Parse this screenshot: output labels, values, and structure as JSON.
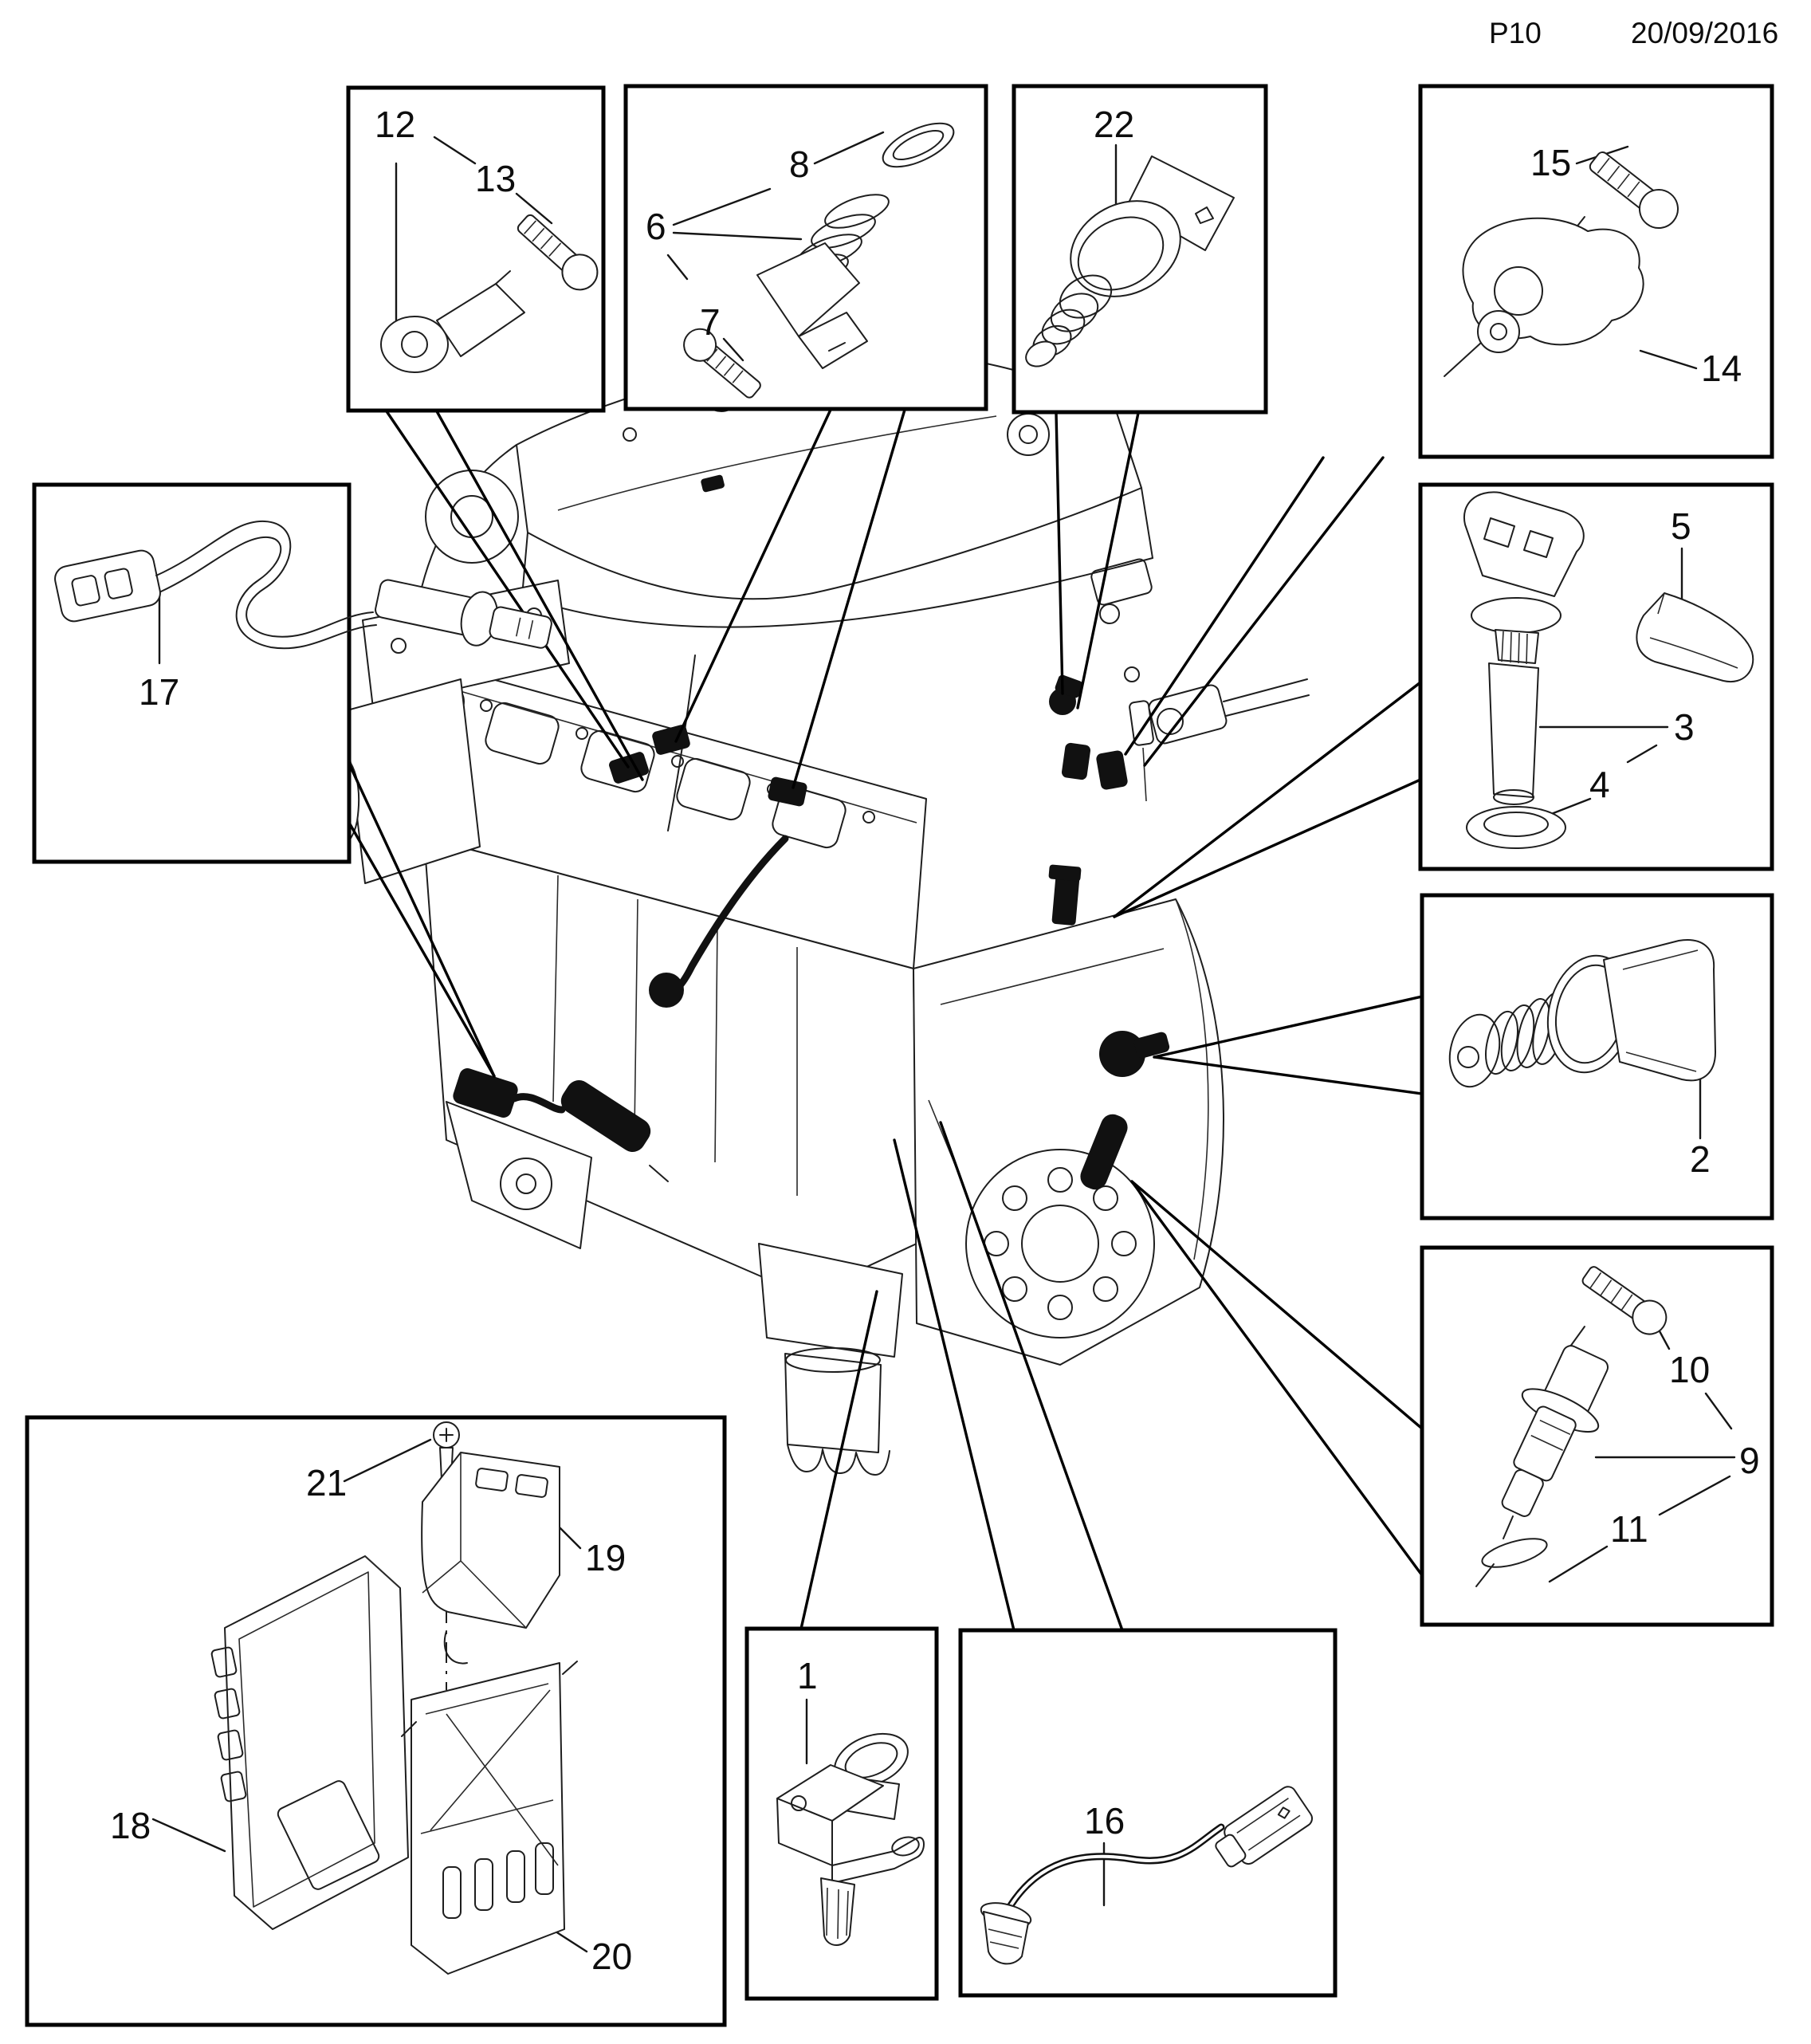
{
  "header": {
    "page_code": "P10",
    "date": "20/09/2016"
  },
  "labels": {
    "1": "1",
    "2": "2",
    "3": "3",
    "4": "4",
    "5": "5",
    "6": "6",
    "7": "7",
    "8": "8",
    "9": "9",
    "10": "10",
    "11": "11",
    "12": "12",
    "13": "13",
    "14": "14",
    "15": "15",
    "16": "16",
    "17": "17",
    "18": "18",
    "19": "19",
    "20": "20",
    "21": "21",
    "22": "22"
  }
}
